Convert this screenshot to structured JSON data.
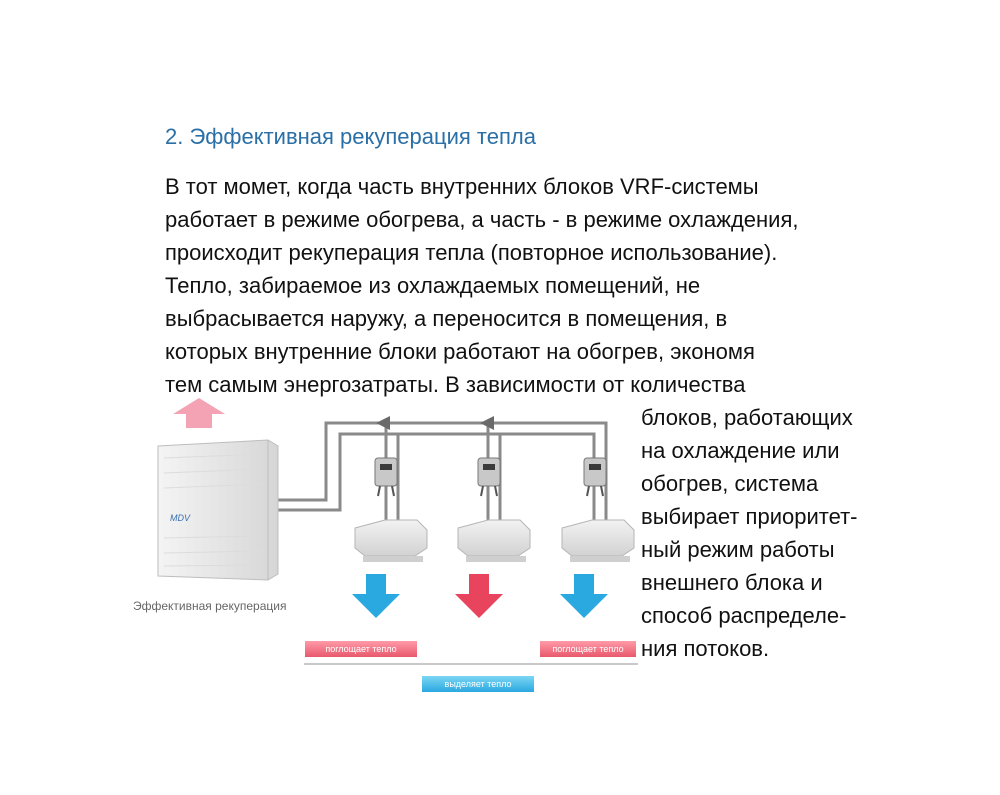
{
  "heading": "2. Эффективная рекуперация тепла",
  "paragraph_lines": [
    "В тот момет, когда часть внутренних блоков VRF-системы",
    "работает в режиме обогрева, а часть - в режиме охлаждения,",
    "происходит рекуперация тепла (повторное использование).",
    "Тепло, забираемое из охлаждаемых помещений, не",
    "выбрасывается наружу, а переносится в помещения, в",
    "которых внутренние блоки работают на обогрев, экономя",
    "тем самым энергозатраты. В зависимости от количества"
  ],
  "side_lines": [
    "блоков, работающих",
    "на охлаждение или",
    "обогрев, система",
    "выбирает приоритет-",
    "ный режим работы",
    "внешнего блока и",
    "способ распределе-",
    " ния потоков."
  ],
  "diagram": {
    "caption": "Эффективная рекуперация",
    "absorb_label_1": "поглощает тепло",
    "absorb_label_2": "поглощает тепло",
    "release_label": "выделяет тепло",
    "outdoor_logo": "MDV",
    "colors": {
      "heat_red": "#e8445e",
      "cool_blue": "#2aa8e0",
      "pink_arrow": "#f4a3b4",
      "pipe": "#8a8a8a"
    }
  }
}
